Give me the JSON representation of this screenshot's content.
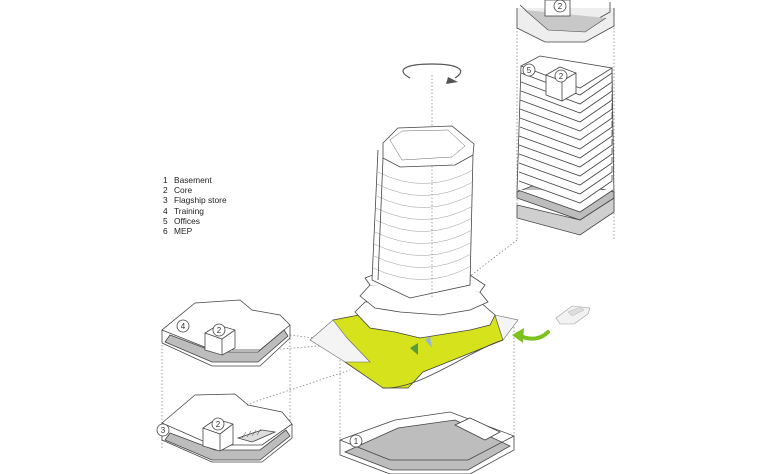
{
  "legend": {
    "items": [
      {
        "num": "1",
        "label": "Basement"
      },
      {
        "num": "2",
        "label": "Core"
      },
      {
        "num": "3",
        "label": "Flagship store"
      },
      {
        "num": "4",
        "label": "Training"
      },
      {
        "num": "5",
        "label": "Offices"
      },
      {
        "num": "6",
        "label": "MEP"
      }
    ]
  },
  "labels": {
    "basement": "1",
    "core_training": "2",
    "core_store": "2",
    "core_offices": "2",
    "core_mep": "2",
    "store": "3",
    "training": "4",
    "offices": "5"
  },
  "colors": {
    "plaza_green": "#d6e21b",
    "arrow_green": "#7cc21f",
    "fill_grey": "#bdbdbd",
    "line": "#444444"
  }
}
